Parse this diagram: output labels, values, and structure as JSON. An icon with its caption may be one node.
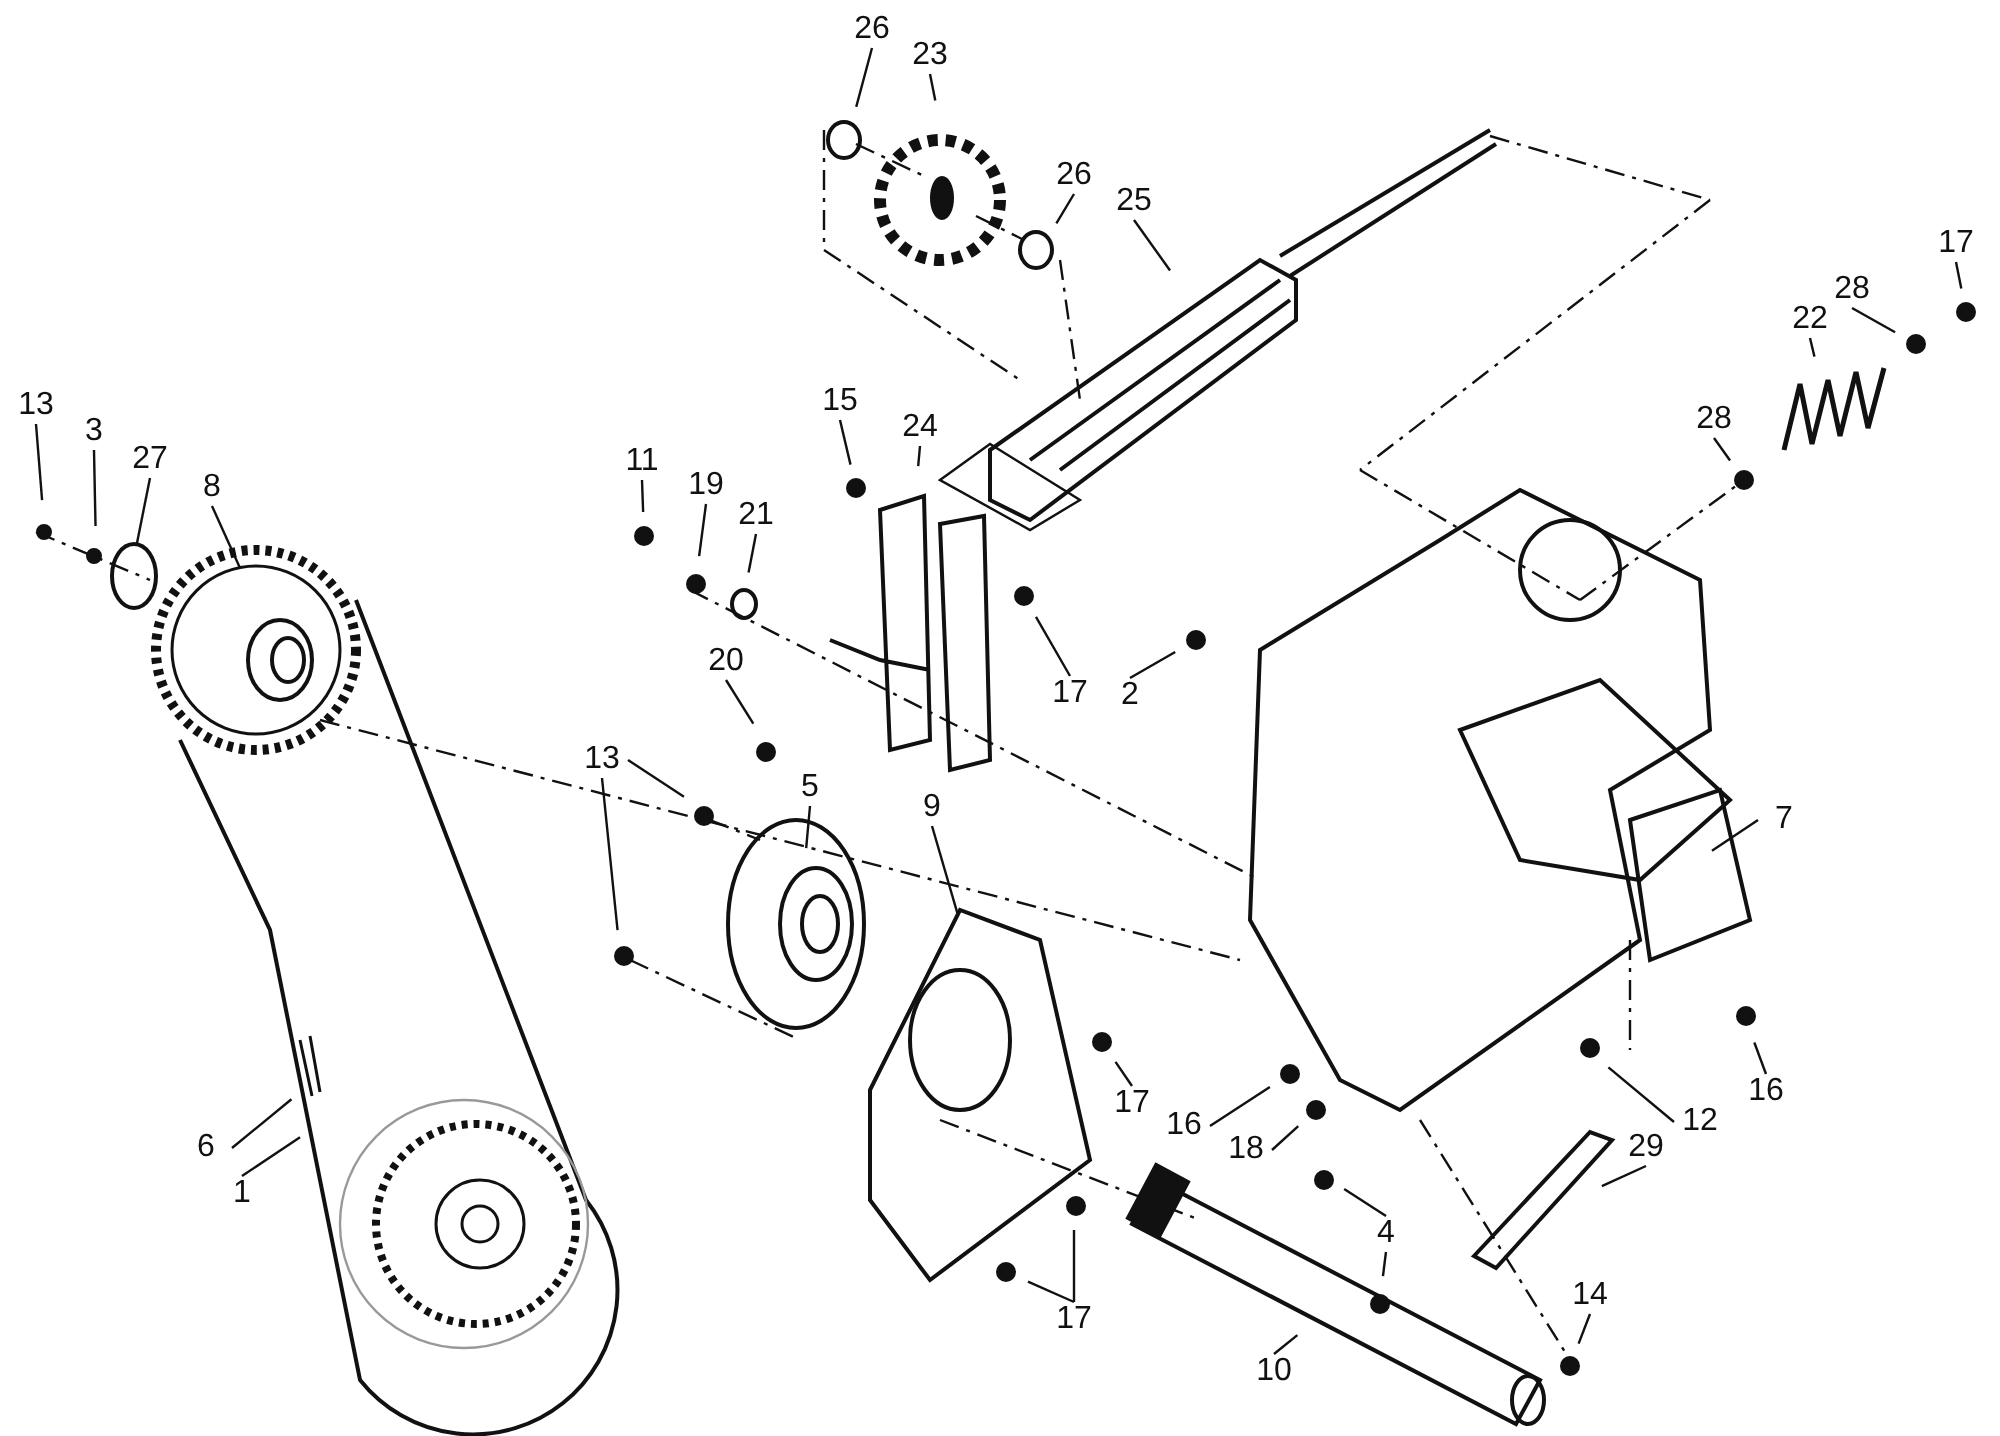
{
  "diagram": {
    "nodes": [
      {
        "text": [
          "13"
        ]
      },
      {
        "text": [
          "3"
        ]
      },
      {
        "text": [
          "27"
        ]
      },
      {
        "text": [
          "8"
        ]
      },
      {
        "text": [
          "26"
        ]
      },
      {
        "text": [
          "23"
        ]
      },
      {
        "text": [
          "26"
        ]
      },
      {
        "text": [
          "25"
        ]
      },
      {
        "text": [
          "17"
        ]
      },
      {
        "text": [
          "22"
        ]
      },
      {
        "text": [
          "28"
        ]
      },
      {
        "text": [
          "15"
        ]
      },
      {
        "text": [
          "24"
        ]
      },
      {
        "text": [
          "11"
        ]
      },
      {
        "text": [
          "19"
        ]
      },
      {
        "text": [
          "21"
        ]
      },
      {
        "text": [
          "28"
        ]
      },
      {
        "text": [
          "17"
        ]
      },
      {
        "text": [
          "2"
        ]
      },
      {
        "text": [
          "20"
        ]
      },
      {
        "text": [
          "13"
        ]
      },
      {
        "text": [
          "5"
        ]
      },
      {
        "text": [
          "9"
        ]
      },
      {
        "text": [
          "7"
        ]
      },
      {
        "text": [
          "17"
        ]
      },
      {
        "text": [
          "16"
        ]
      },
      {
        "text": [
          "18"
        ]
      },
      {
        "text": [
          "16"
        ]
      },
      {
        "text": [
          "12"
        ]
      },
      {
        "text": [
          "6"
        ]
      },
      {
        "text": [
          "1"
        ]
      },
      {
        "text": [
          "29"
        ]
      },
      {
        "text": [
          "4"
        ]
      },
      {
        "text": [
          "17"
        ]
      },
      {
        "text": [
          "10"
        ]
      },
      {
        "text": [
          "14"
        ]
      }
    ],
    "edges": [
      {
        "from": 0,
        "to": null,
        "arrow": "none"
      },
      {
        "from": 1,
        "to": null,
        "arrow": "none"
      },
      {
        "from": 2,
        "to": null,
        "arrow": "none"
      },
      {
        "from": 3,
        "to": null,
        "arrow": "none"
      },
      {
        "from": 4,
        "to": null,
        "arrow": "none"
      },
      {
        "from": 5,
        "to": null,
        "arrow": "none"
      },
      {
        "from": 6,
        "to": null,
        "arrow": "none"
      },
      {
        "from": 7,
        "to": null,
        "arrow": "none"
      },
      {
        "from": 8,
        "to": null,
        "arrow": "none"
      },
      {
        "from": 9,
        "to": null,
        "arrow": "none"
      },
      {
        "from": 10,
        "to": null,
        "arrow": "none"
      },
      {
        "from": 11,
        "to": null,
        "arrow": "none"
      },
      {
        "from": 12,
        "to": null,
        "arrow": "none"
      },
      {
        "from": 13,
        "to": null,
        "arrow": "none"
      },
      {
        "from": 14,
        "to": null,
        "arrow": "none"
      },
      {
        "from": 15,
        "to": null,
        "arrow": "none"
      },
      {
        "from": 16,
        "to": null,
        "arrow": "none"
      },
      {
        "from": 17,
        "to": null,
        "arrow": "none"
      },
      {
        "from": 18,
        "to": null,
        "arrow": "none"
      },
      {
        "from": 19,
        "to": null,
        "arrow": "none"
      },
      {
        "from": 20,
        "to": null,
        "arrow": "none"
      },
      {
        "from": 20,
        "to": null,
        "arrow": "none"
      },
      {
        "from": 21,
        "to": null,
        "arrow": "none"
      },
      {
        "from": 22,
        "to": null,
        "arrow": "none"
      },
      {
        "from": 23,
        "to": null,
        "arrow": "none"
      },
      {
        "from": 24,
        "to": null,
        "arrow": "none"
      },
      {
        "from": 25,
        "to": null,
        "arrow": "none"
      },
      {
        "from": 26,
        "to": null,
        "arrow": "none"
      },
      {
        "from": 27,
        "to": null,
        "arrow": "none"
      },
      {
        "from": 28,
        "to": null,
        "arrow": "none"
      },
      {
        "from": 29,
        "to": null,
        "arrow": "none"
      },
      {
        "from": 30,
        "to": null,
        "arrow": "none"
      },
      {
        "from": 31,
        "to": null,
        "arrow": "none"
      },
      {
        "from": 32,
        "to": null,
        "arrow": "none"
      },
      {
        "from": 32,
        "to": null,
        "arrow": "none"
      },
      {
        "from": 33,
        "to": null,
        "arrow": "none"
      },
      {
        "from": 33,
        "to": null,
        "arrow": "none"
      },
      {
        "from": 34,
        "to": null,
        "arrow": "none"
      },
      {
        "from": 35,
        "to": null,
        "arrow": "none"
      }
    ]
  }
}
